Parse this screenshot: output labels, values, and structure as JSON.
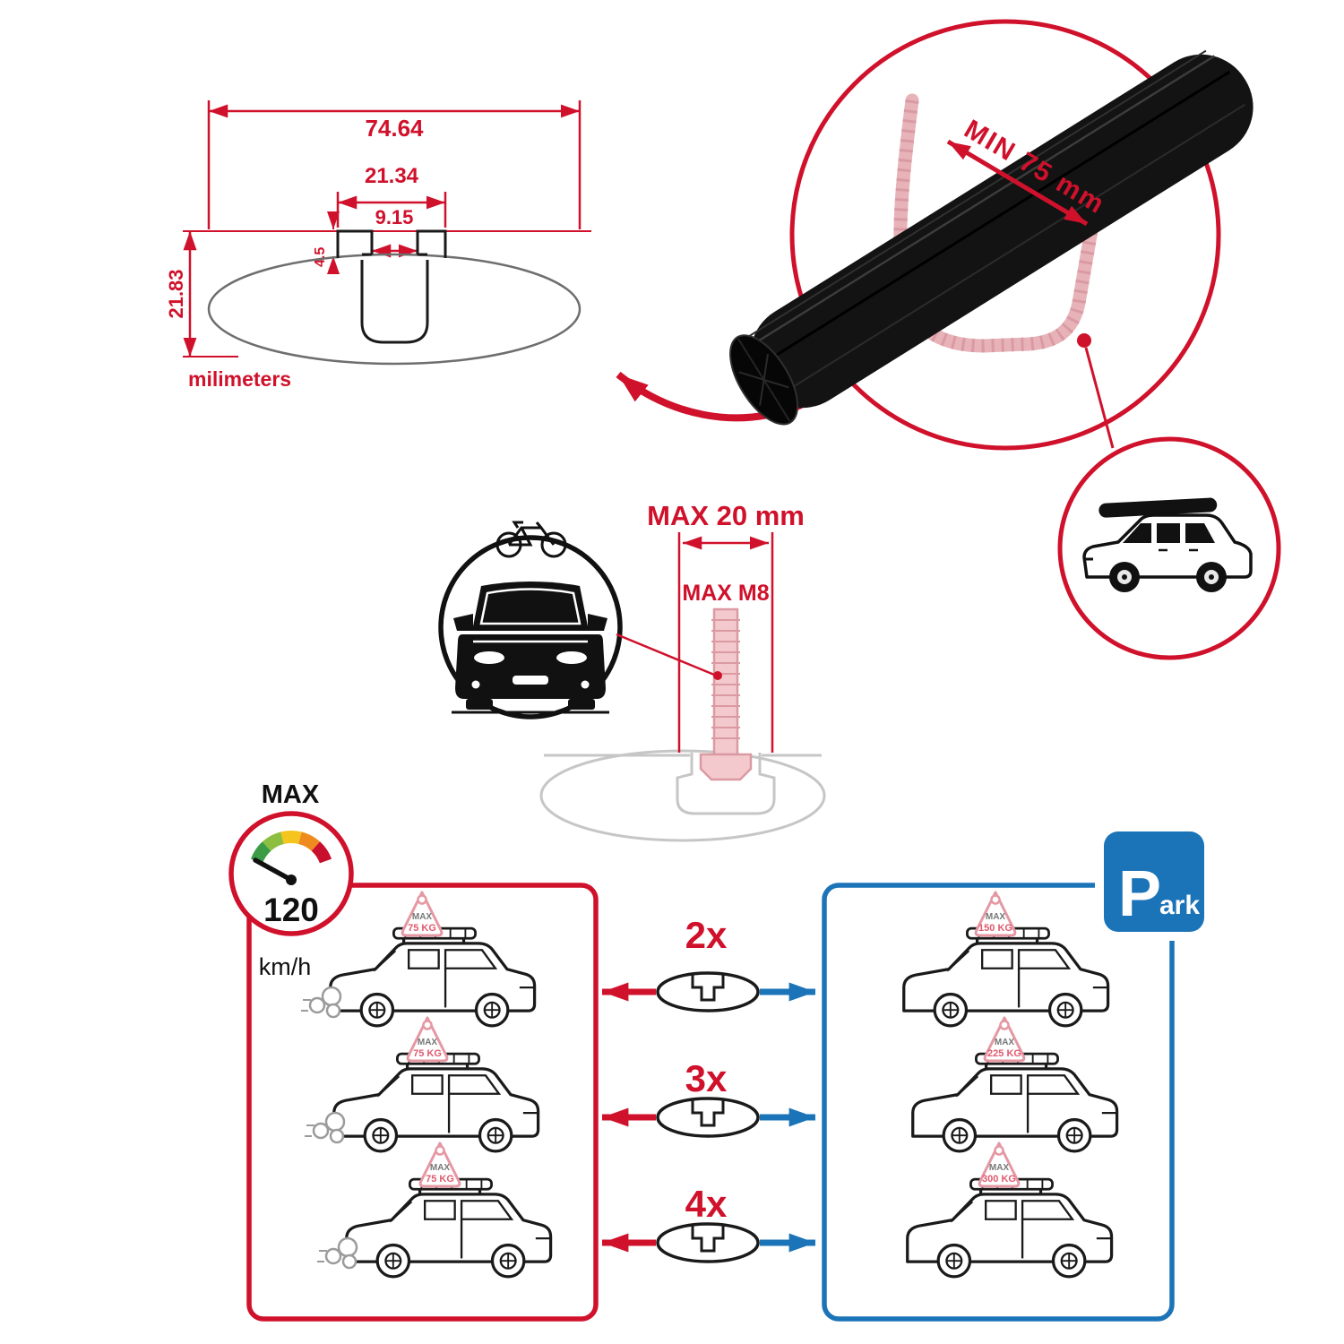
{
  "colors": {
    "red": "#D0112B",
    "blue": "#1B74B8",
    "pink": "#E7B3B8",
    "black": "#1A1A1A",
    "gray": "#C6C6C6"
  },
  "diagram": {
    "total_width": "74.64",
    "slot_outer_width": "21.34",
    "slot_inner_width": "9.15",
    "flange_depth": "4.5",
    "total_height": "21.83",
    "unit_label": "milimeters"
  },
  "closeup": {
    "min_clamp_width": "MIN 75 mm"
  },
  "bolt": {
    "max_slot_width": "MAX 20 mm",
    "max_thread": "MAX M8"
  },
  "speed_limit": {
    "label": "MAX",
    "value": "120",
    "unit": "km/h"
  },
  "tag_label": "MAX",
  "rows": [
    {
      "count": "2x",
      "driving_load": "75 KG",
      "parked_load": "150 KG"
    },
    {
      "count": "3x",
      "driving_load": "75 KG",
      "parked_load": "225 KG"
    },
    {
      "count": "4x",
      "driving_load": "75 KG",
      "parked_load": "300 KG"
    }
  ],
  "park_sign": {
    "letter": "P",
    "suffix": "ark"
  }
}
